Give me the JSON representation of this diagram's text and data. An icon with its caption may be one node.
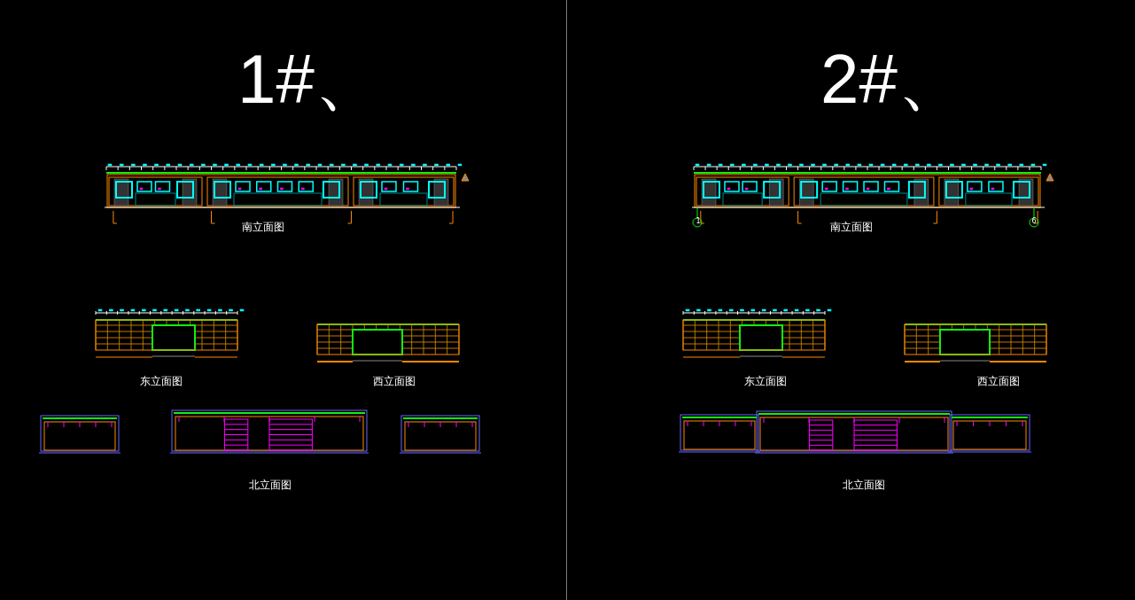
{
  "diagram": {
    "labels": [
      "1#、",
      "2#、",
      "南立面图",
      "1",
      "南立面图",
      "6",
      "东立面图",
      "西立面图",
      "东立面图",
      "西立面图",
      "北立面图",
      "北立面图"
    ]
  }
}
